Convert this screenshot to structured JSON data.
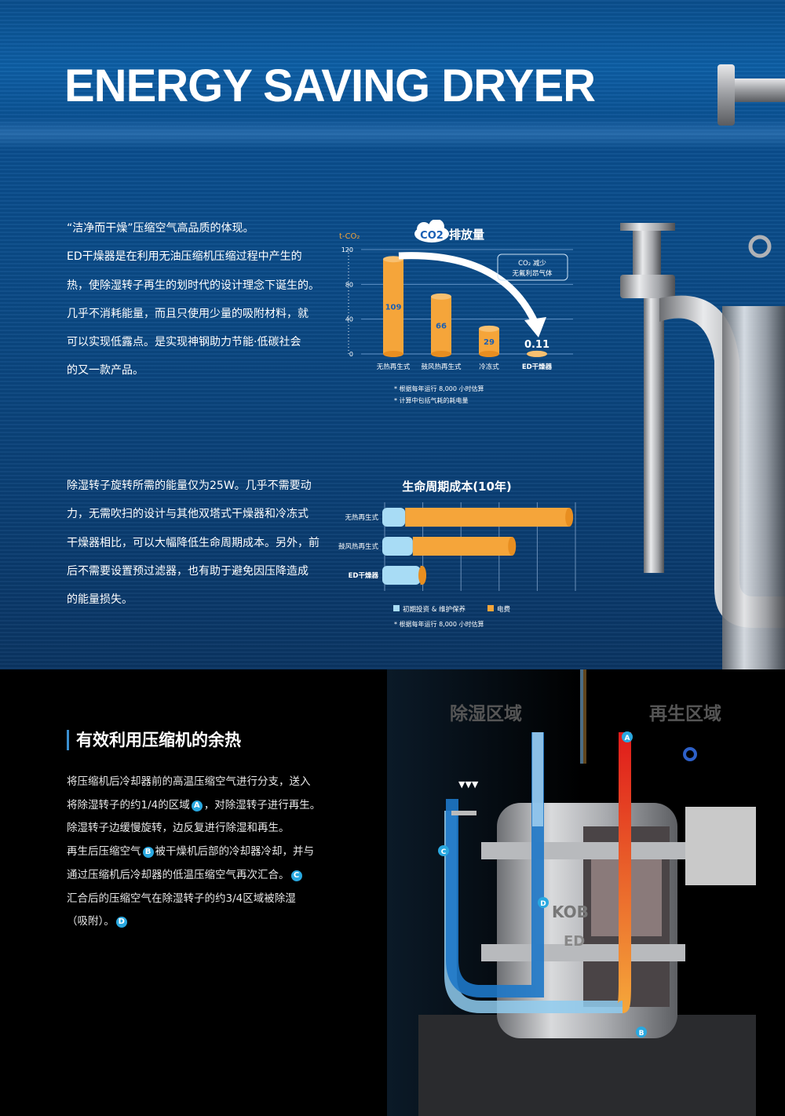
{
  "header": {
    "title": "ENERGY SAVING DRYER"
  },
  "intro": {
    "lines": [
      "“洁净而干燥”压缩空气高品质的体现。",
      "ED干燥器是在利用无油压缩机压缩过程中产生的",
      "热，使除湿转子再生的划时代的设计理念下诞生的。",
      "几乎不消耗能量，而且只使用少量的吸附材料，就",
      "可以实现低露点。是实现神钢助力节能·低碳社会",
      "的又一款产品。"
    ]
  },
  "rotor": {
    "lines": [
      "除湿转子旋转所需的能量仅为25W。几乎不需要动",
      "力，无需吹扫的设计与其他双塔式干燥器和冷冻式",
      "干燥器相比，可以大幅降低生命周期成本。另外，前",
      "后不需要设置预过滤器，也有助于避免因压降造成",
      "的能量损失。"
    ]
  },
  "chart_data": [
    {
      "type": "bar",
      "title": "排放量",
      "title_badge": "CO2",
      "ylabel": "t-CO₂",
      "ylim": [
        0,
        120
      ],
      "yticks": [
        "0",
        "40",
        "80",
        "120"
      ],
      "categories": [
        "无热再生式",
        "鼓风热再生式",
        "冷冻式",
        "ED干燥器"
      ],
      "values": [
        109,
        66,
        29,
        0.11
      ],
      "value_labels": [
        "109",
        "66",
        "29",
        "0.11"
      ],
      "annotation": [
        "CO₂ 减少",
        "无氟利昂气体"
      ],
      "notes": [
        "* 根据每年运行 8,000 小时估算",
        "* 计算中包括气耗的耗电量"
      ],
      "colors": {
        "bar": "#f5a53a",
        "label": "#1a5fb4"
      }
    },
    {
      "type": "bar",
      "orientation": "horizontal",
      "stacked": true,
      "title": "生命周期成本(10年)",
      "categories": [
        "无热再生式",
        "鼓风热再生式",
        "ED干燥器"
      ],
      "series": [
        {
          "name": "初期投资 & 维护保养",
          "values": [
            0.6,
            0.8,
            1.0
          ],
          "color": "#a8dcf5"
        },
        {
          "name": "电费",
          "values": [
            4.3,
            2.6,
            0.05
          ],
          "color": "#f5a53a"
        }
      ],
      "xlim": [
        0,
        5
      ],
      "grid": true,
      "legend": "bottom",
      "notes": [
        "* 根据每年运行 8,000 小时估算"
      ]
    }
  ],
  "heat": {
    "heading": "有效利用压缩机的余热",
    "lines": [
      [
        "将压缩机后冷却器前的高温压缩空气进行分支，送入"
      ],
      [
        "将除湿转子的约1/4的区域",
        "A",
        "，对除湿转子进行再生。"
      ],
      [
        "除湿转子边缓慢旋转，边反复进行除湿和再生。"
      ],
      [
        "再生后压缩空气",
        "B",
        "被干燥机后部的冷却器冷却，并与"
      ],
      [
        "通过压缩机后冷却器的低温压缩空气再次汇合。",
        "C"
      ],
      [
        "汇合后的压缩空气在除湿转子的约3/4区域被除湿"
      ],
      [
        "（吸附）。",
        "D"
      ]
    ]
  },
  "diagram": {
    "zone_left": "除湿区域",
    "zone_right": "再生区域",
    "markers": [
      "A",
      "B",
      "C",
      "D"
    ],
    "brand": "KOB",
    "model": "ED"
  }
}
